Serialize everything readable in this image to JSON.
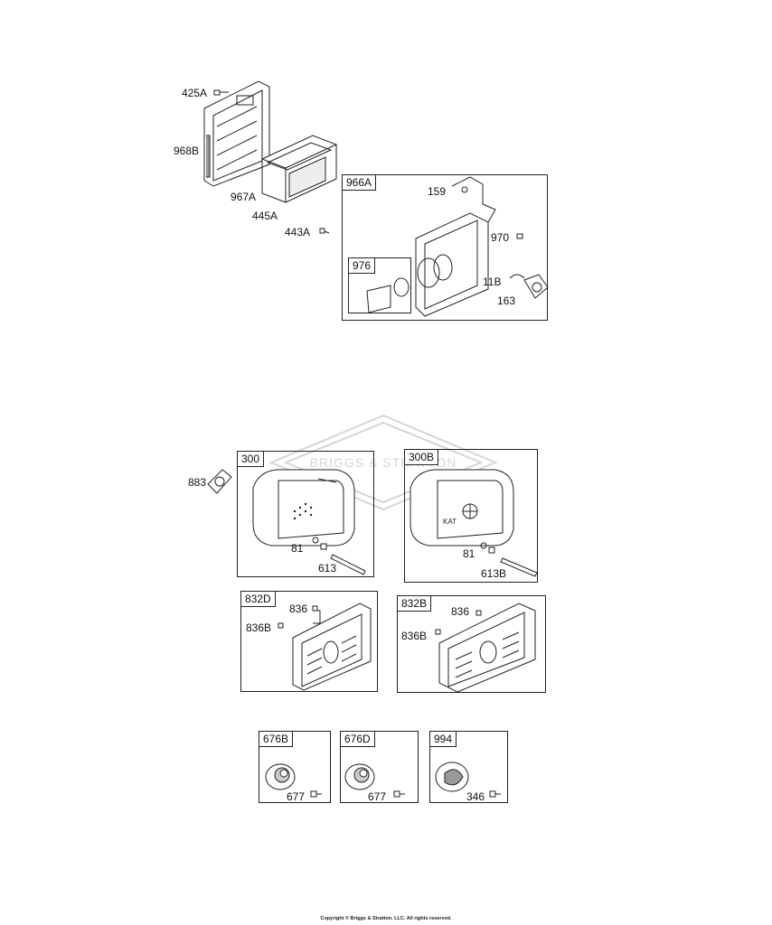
{
  "air_cleaner": {
    "labels": [
      "425A",
      "968B",
      "967A",
      "445A",
      "443A"
    ]
  },
  "box_966A": {
    "tag": "966A",
    "labels": [
      "159",
      "970",
      "11B",
      "163"
    ]
  },
  "box_976": {
    "tag": "976"
  },
  "muffler": {
    "gasket_label": "883"
  },
  "box_300": {
    "tag": "300",
    "labels": [
      "81",
      "613"
    ]
  },
  "box_300B": {
    "tag": "300B",
    "labels": [
      "81",
      "613B"
    ]
  },
  "box_832D": {
    "tag": "832D",
    "labels": [
      "836",
      "836B"
    ]
  },
  "box_832B": {
    "tag": "832B",
    "labels": [
      "836",
      "836B"
    ]
  },
  "box_676B": {
    "tag": "676B",
    "labels": [
      "677"
    ]
  },
  "box_676D": {
    "tag": "676D",
    "labels": [
      "677"
    ]
  },
  "box_994": {
    "tag": "994",
    "labels": [
      "346"
    ]
  },
  "part_text": {
    "kat": "KAT"
  },
  "watermark": "BRIGGS & STRATTON",
  "copyright": "Copyright © Briggs & Stratton, LLC. All rights reserved."
}
